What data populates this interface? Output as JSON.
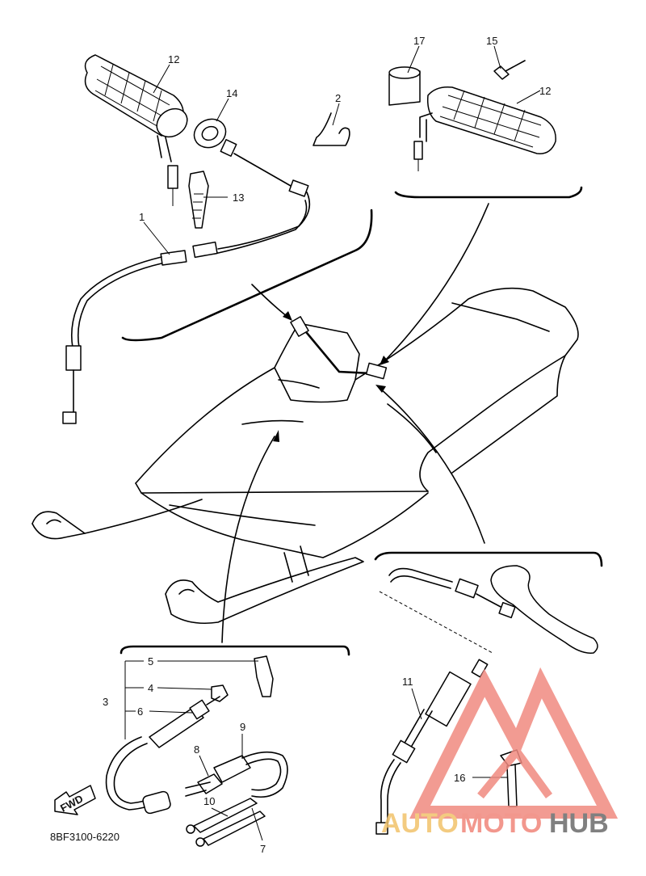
{
  "diagram": {
    "drawing_code": "8BF3100-6220",
    "fwd_marker": "FWD",
    "callouts": [
      "1",
      "2",
      "3",
      "4",
      "5",
      "6",
      "7",
      "8",
      "9",
      "10",
      "11",
      "12",
      "12",
      "13",
      "14",
      "15",
      "16",
      "17"
    ]
  },
  "watermark": {
    "word_a": "AUTO",
    "word_b": "MOTO",
    "word_c": "HUB",
    "color_a": "#f2c36b",
    "color_b": "#f0857a",
    "color_c": "#6b6b6b",
    "logo_color": "#f08a80"
  }
}
